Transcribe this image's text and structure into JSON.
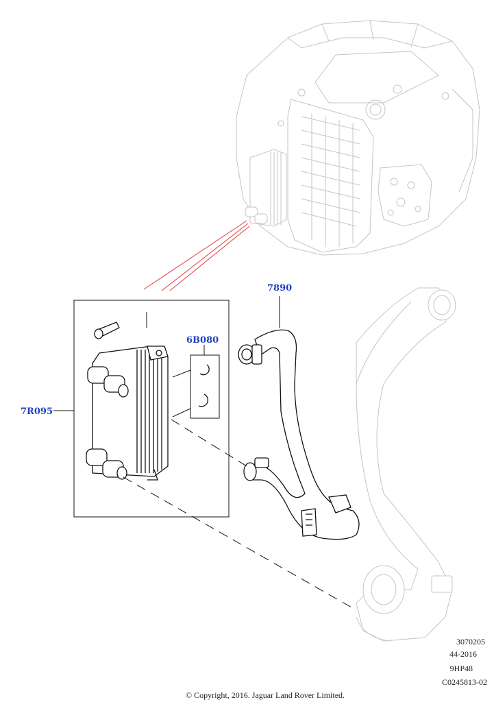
{
  "callouts": {
    "hose": "7890",
    "seals": "6B080",
    "cooler": "7R095"
  },
  "meta": {
    "line1": "3070205",
    "line2": "44-2016",
    "line3": "9HP48",
    "line4": "C0245813-02"
  },
  "copyright": "© Copyright, 2016. Jaguar Land Rover Limited.",
  "colors": {
    "callout": "#1f3fbf",
    "leader_red": "#e23a3a",
    "ghost": "#c4c4c4",
    "ink": "#111111"
  }
}
